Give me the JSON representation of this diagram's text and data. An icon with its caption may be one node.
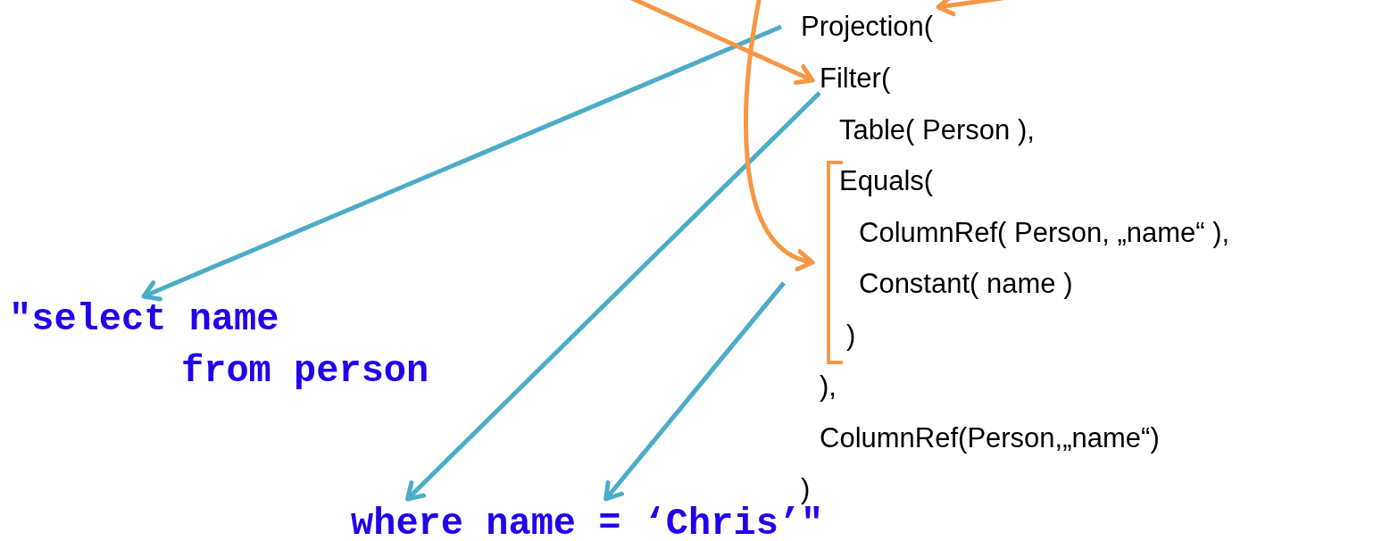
{
  "diagram": {
    "nodes": [
      {
        "text": [
          "Projection("
        ]
      },
      {
        "text": [
          "Filter("
        ]
      },
      {
        "text": [
          "Table( Person ),"
        ]
      },
      {
        "text": [],
        "shape": "bracket"
      },
      {
        "text": [
          "Equals("
        ]
      },
      {
        "text": [
          "ColumnRef( Person, „name“ ),"
        ]
      },
      {
        "text": [
          "Constant( name )"
        ]
      },
      {
        "text": [
          ")"
        ]
      },
      {
        "text": [
          "),"
        ]
      },
      {
        "text": [
          "ColumnRef(Person,„name“)"
        ]
      },
      {
        "text": [
          ")"
        ]
      },
      {
        "text": [
          "\"select name"
        ]
      },
      {
        "text": [
          "from person"
        ]
      },
      {
        "text": [
          "where name = ‘Chris’\""
        ]
      }
    ],
    "edges": [
      {
        "from": 0,
        "to": 11,
        "arrow": "to",
        "color": "#4bacc6"
      },
      {
        "from": 1,
        "to": 13,
        "arrow": "to",
        "color": "#4bacc6"
      },
      {
        "from": 3,
        "to": 13,
        "arrow": "to",
        "color": "#4bacc6"
      },
      {
        "from": null,
        "to": 1,
        "arrow": "to",
        "color": "#f79646"
      },
      {
        "from": null,
        "to": 0,
        "arrow": "to",
        "color": "#f79646"
      },
      {
        "from": null,
        "to": 3,
        "arrow": "to",
        "color": "#f79646"
      }
    ]
  }
}
